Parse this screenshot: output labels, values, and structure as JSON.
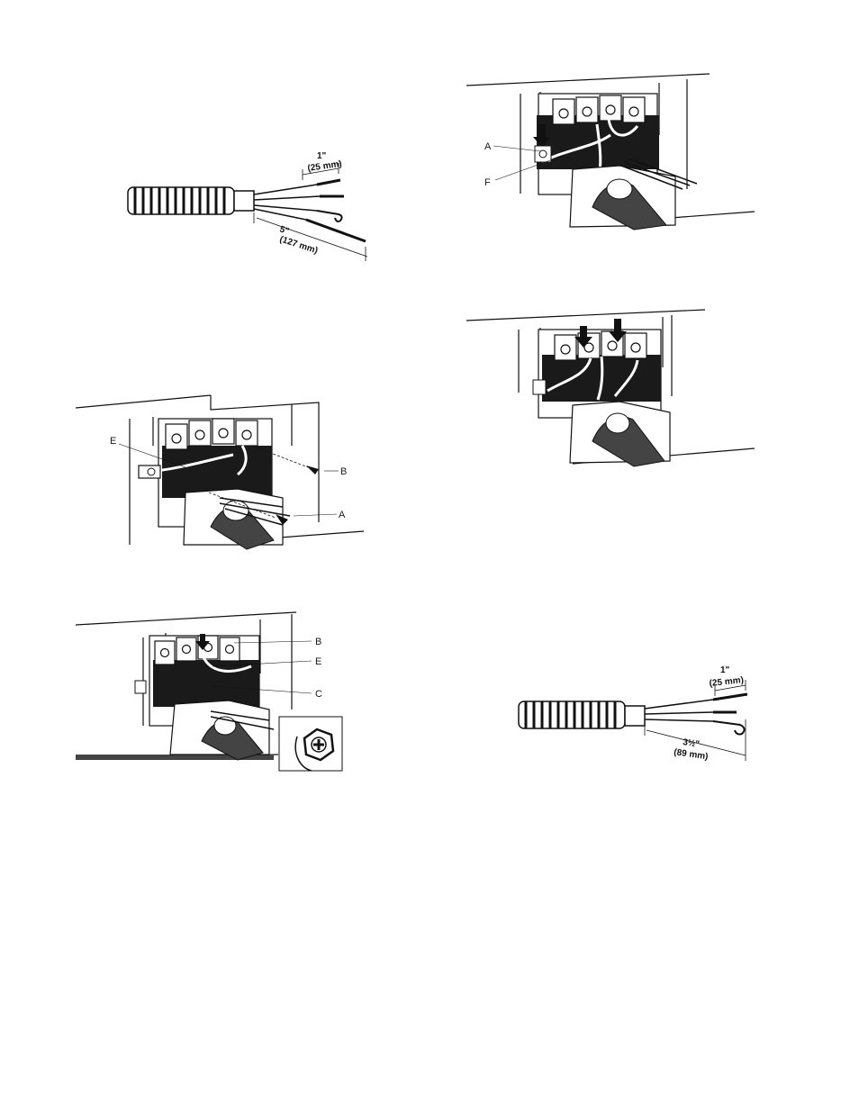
{
  "figures": {
    "strip_5in": {
      "dim_short": "1\"",
      "dim_short_metric": "(25 mm)",
      "dim_long": "5\"",
      "dim_long_metric": "(127 mm)"
    },
    "ground_screws": {
      "label_e": "E",
      "label_b": "B",
      "label_a": "A"
    },
    "center_terminal": {
      "label_b": "B",
      "label_e": "E",
      "label_c": "C"
    },
    "clamp_screw": {
      "label_a": "A",
      "label_f": "F"
    },
    "strip_3half": {
      "dim_short": "1\"",
      "dim_short_metric": "(25 mm)",
      "dim_long": "3½\"",
      "dim_long_metric": "(89 mm)"
    }
  },
  "colors": {
    "ink": "#111111",
    "fill_dark": "#1a1a1a",
    "panel": "#ffffff"
  }
}
